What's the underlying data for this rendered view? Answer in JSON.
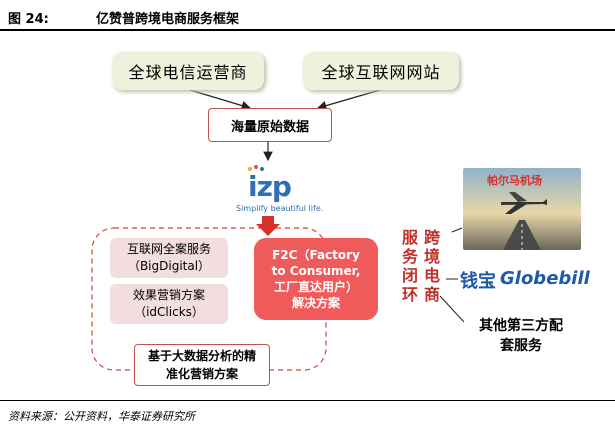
{
  "figure": {
    "number": "图 24:",
    "title": "亿赞普跨境电商服务框架"
  },
  "nodes": {
    "global_telecom": "全球电信运营商",
    "global_internet": "全球互联网网站",
    "raw_data": "海量原始数据",
    "izp": {
      "logo_text": "izp",
      "tagline": "Simplify beautiful life."
    },
    "bigdigital": {
      "line1": "互联网全案服务",
      "line2": "（BigDigital）"
    },
    "idclicks": {
      "line1": "效果营销方案",
      "line2": "（idClicks）"
    },
    "precision_marketing": {
      "line1": "基于大数据分析的精",
      "line2": "准化营销方案"
    },
    "f2c": {
      "line1": "F2C（Factory",
      "line2": "to Consumer,",
      "line3": "工厂直达用户）",
      "line4": "解决方案"
    },
    "cross_border": [
      "跨",
      "境",
      "电",
      "商"
    ],
    "service_loop": [
      "服",
      "务",
      "闭",
      "环"
    ],
    "airport": "帕尔马机场",
    "globebill": {
      "cn": "钱宝",
      "en": "Globebill"
    },
    "third_party": {
      "line1": "其他第三方配",
      "line2": "套服务"
    }
  },
  "source": "资料来源：公开资料，华泰证券研究所",
  "colors": {
    "accent_red": "#c0504d",
    "f2c_fill": "#ef5b5b",
    "green_fill": "#eef2dc",
    "pink_fill": "#f2dede",
    "izp_blue": "#2f6fb5"
  }
}
